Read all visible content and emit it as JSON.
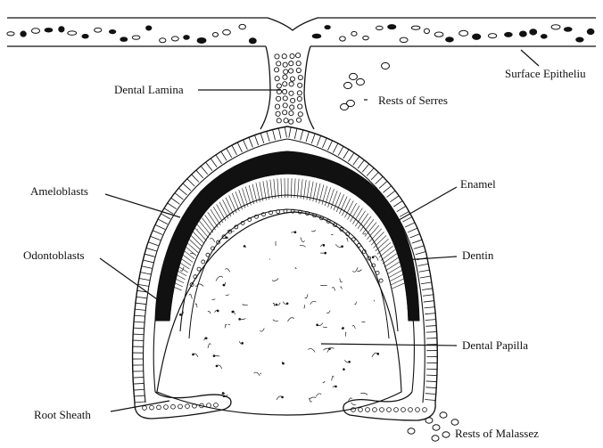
{
  "labels": {
    "surface_epithelium": "Surface Epitheliu",
    "dental_lamina": "Dental Lamina",
    "rests_of_serres": "Rests of Serres",
    "ameloblasts": "Ameloblasts",
    "enamel": "Enamel",
    "odontoblasts": "Odontoblasts",
    "dentin": "Dentin",
    "dental_papilla": "Dental Papilla",
    "root_sheath": "Root Sheath",
    "rests_of_malassez": "Rests of Malassez"
  },
  "colors": {
    "ink": "#111111",
    "background": "#ffffff"
  }
}
